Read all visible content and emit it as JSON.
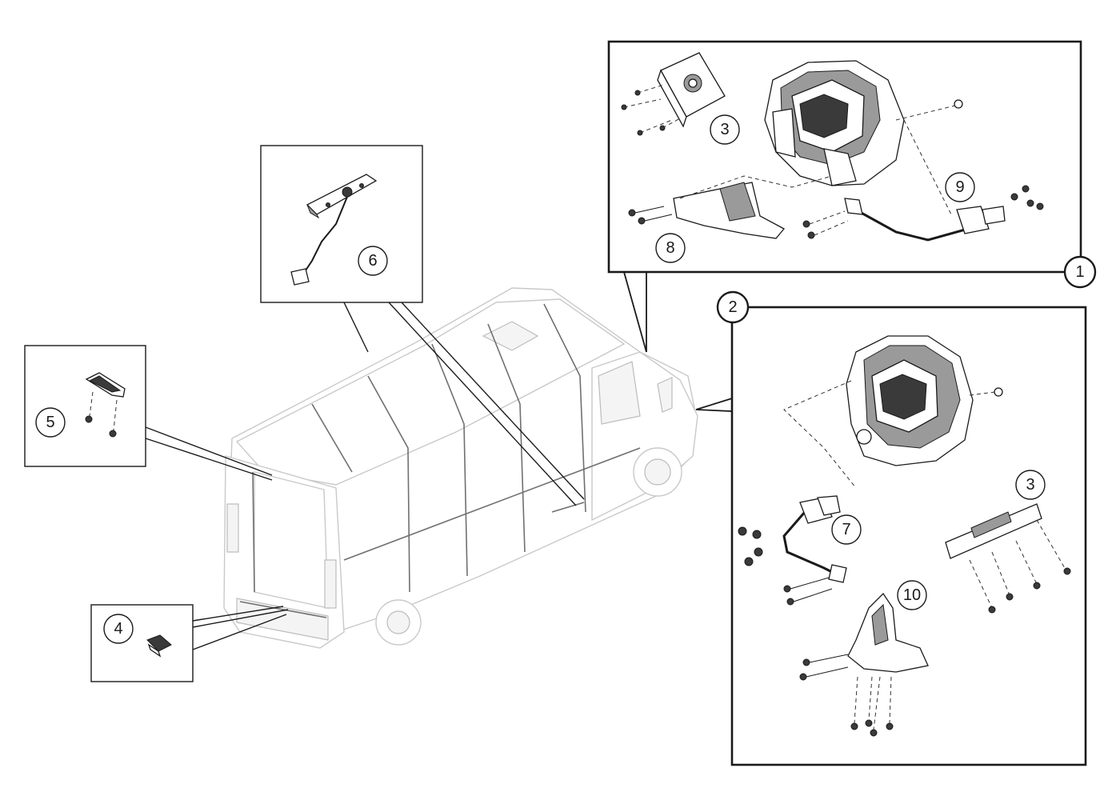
{
  "callouts": {
    "box1": "1",
    "box2": "2",
    "box1_module": "3",
    "box1_bracket": "8",
    "box1_harness": "9",
    "box2_module": "3",
    "box2_harness": "7",
    "box2_bracket": "10",
    "item4": "4",
    "item5": "5",
    "item6": "6"
  }
}
